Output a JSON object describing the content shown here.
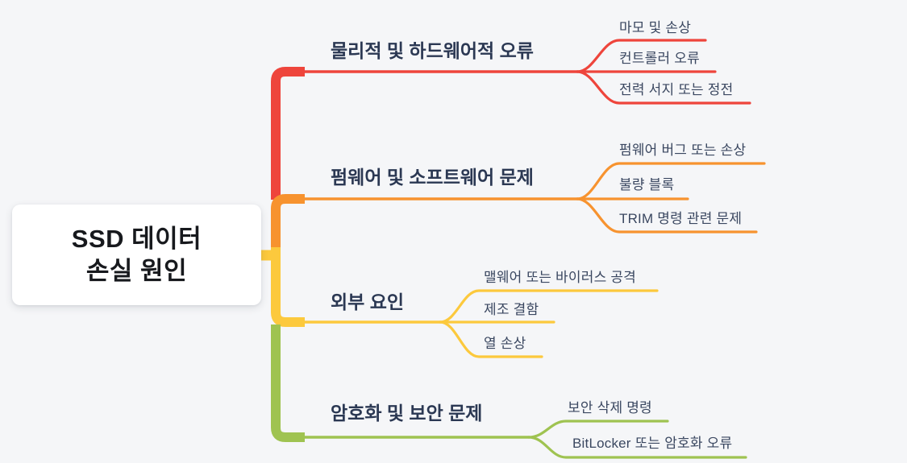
{
  "canvas": {
    "background": "#f5f6f8",
    "root_fill": "#ffffff",
    "topic_text_color": "#2b3853",
    "subtopic_text_color": "#3a4760"
  },
  "root": {
    "label": "SSD 데이터 손실 원인",
    "lines": [
      "SSD 데이터",
      "손실 원인"
    ]
  },
  "branches": [
    {
      "label": "물리적 및 하드웨어적 오류",
      "color": "#ee453c",
      "children": [
        "마모 및 손상",
        "컨트롤러 오류",
        "전력 서지 또는 정전"
      ]
    },
    {
      "label": "펌웨어 및 소프트웨어 문제",
      "color": "#f7932f",
      "children": [
        "펌웨어 버그 또는 손상",
        "불량 블록",
        "TRIM 명령 관련 문제"
      ]
    },
    {
      "label": "외부 요인",
      "color": "#fcc93d",
      "children": [
        "맬웨어 또는 바이러스 공격",
        "제조 결함",
        "열 손상"
      ]
    },
    {
      "label": "암호화 및 보안 문제",
      "color": "#9fc351",
      "children": [
        "보안 삭제 명령",
        "BitLocker 또는 암호화 오류"
      ]
    }
  ]
}
